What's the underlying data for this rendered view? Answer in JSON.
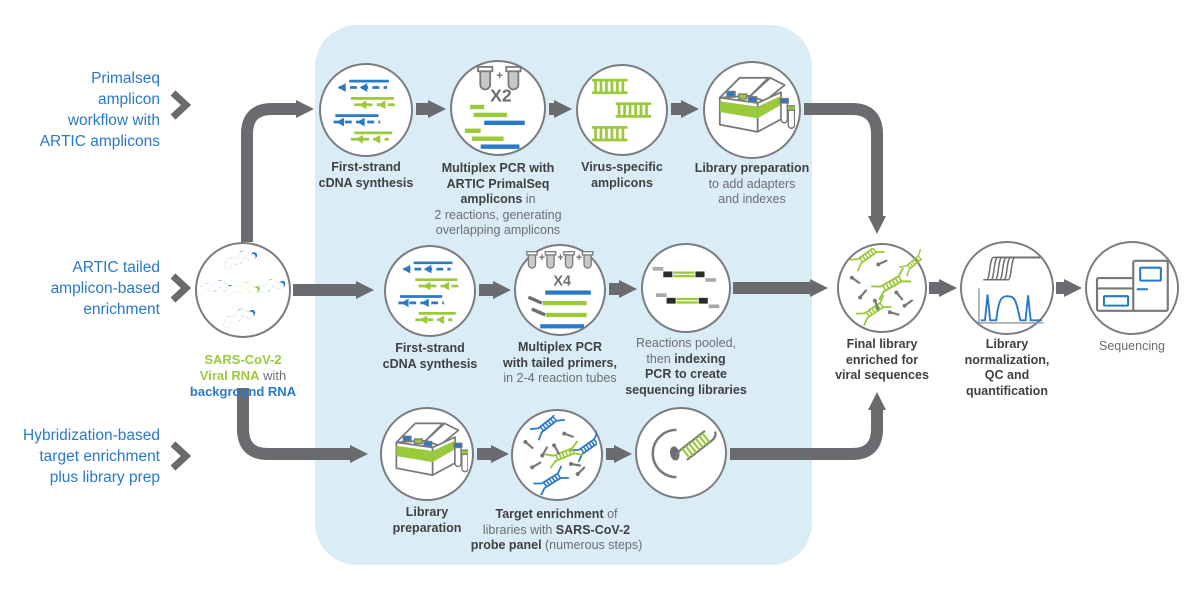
{
  "palette": {
    "brand_blue": "#2979c9",
    "brand_green": "#9bc93c",
    "panel_blue": "#daecf5",
    "arrow_gray": "#6a6b6e",
    "caption_dark": "#404042",
    "caption_gray": "#6d6e71"
  },
  "left_labels": {
    "primalseq": "Primalseq\namplicon\nworkflow with\nARTIC amplicons",
    "artic": "ARTIC tailed\namplicon-based\nenrichment",
    "hybrid": "Hybridization-based\ntarget enrichment\nplus library prep"
  },
  "source": {
    "caption_green": "SARS-CoV-2\nViral RNA",
    "caption_gray": " with\n",
    "caption_blue": "background RNA"
  },
  "top_row": {
    "step1": {
      "bold": "First-strand\ncDNA synthesis"
    },
    "step2": {
      "bold": "Multiplex PCR with\nARTIC PrimalSeq\namplicons",
      "regular": " in\n2 reactions, generating\noverlapping amplicons",
      "badge": "X2",
      "plus": "+"
    },
    "step3": {
      "bold": "Virus-specific\namplicons"
    },
    "step4": {
      "bold": "Library preparation",
      "regular": "\nto add adapters\nand indexes"
    }
  },
  "middle_row": {
    "step1": {
      "bold": "First-strand\ncDNA synthesis"
    },
    "step2": {
      "bold": "Multiplex PCR\nwith tailed primers,",
      "regular": "\nin 2-4 reaction tubes",
      "badge": "X4",
      "plus": "+"
    },
    "step3": {
      "regular": "Reactions pooled,\nthen ",
      "bold": "indexing\nPCR to create\nsequencing libraries"
    }
  },
  "bottom_row": {
    "step1": {
      "bold": "Library\npreparation"
    },
    "step2": {
      "bold1": "Target enrichment",
      "regular1": " of\nlibraries with ",
      "bold2": "SARS-CoV-2\nprobe panel",
      "regular2": " (numerous steps)"
    }
  },
  "output": {
    "final_library": "Final library\nenriched for\nviral sequences",
    "normalization": "Library\nnormalization,\nQC and\nquantification",
    "sequencing": "Sequencing"
  }
}
